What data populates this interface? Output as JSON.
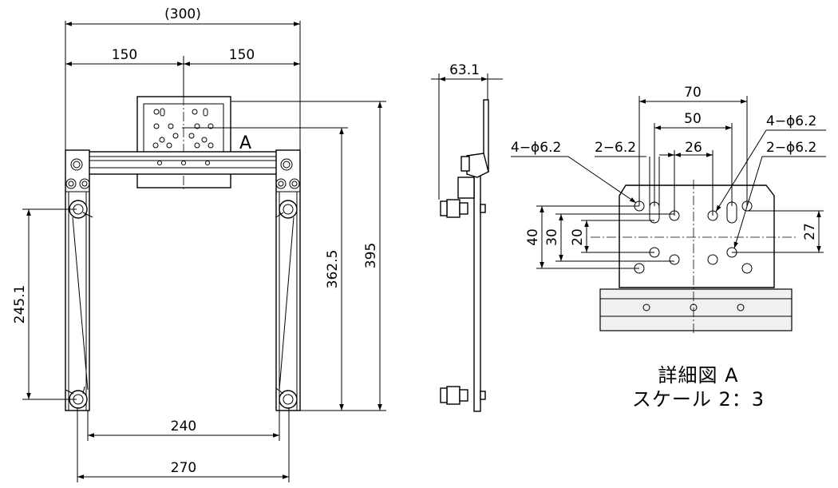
{
  "front_view": {
    "dim_overall_width": "(300)",
    "dim_half_left": "150",
    "dim_half_right": "150",
    "dim_inner_width": "240",
    "dim_outer_width": "270",
    "dim_left_height": "245.1",
    "dim_mid_height": "362.5",
    "dim_total_height": "395",
    "detail_marker": "A"
  },
  "side_view": {
    "dim_depth": "63.1"
  },
  "detail_view": {
    "dim_70": "70",
    "dim_50": "50",
    "dim_26": "26",
    "note_4_holes_left": "4−ϕ6.2",
    "note_2_slots": "2−6.2",
    "note_4_holes_right": "4−ϕ6.2",
    "note_2_holes_right": "2−ϕ6.2",
    "dim_40": "40",
    "dim_30": "30",
    "dim_20": "20",
    "dim_27": "27",
    "title_line1": "詳細図 A",
    "title_line2": "スケール 2：3"
  }
}
